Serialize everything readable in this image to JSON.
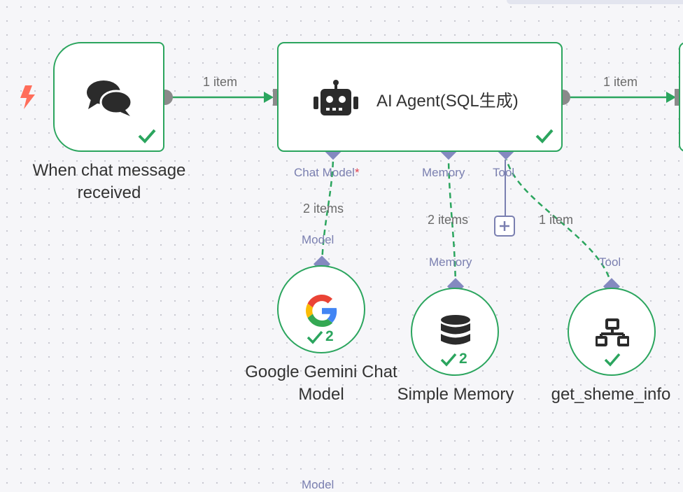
{
  "canvas": {
    "background": "#f6f6f9",
    "accent": "#2ba55e",
    "port_color": "#8489c0"
  },
  "nodes": {
    "trigger": {
      "label": "When chat message received",
      "line1": "When chat message",
      "line2": "received",
      "icon": "chat-bubbles-icon",
      "status": "success"
    },
    "agent": {
      "title": "AI Agent(SQL生成)",
      "icon": "robot-icon",
      "status": "success",
      "ports": {
        "chat_model": "Chat Model",
        "chat_model_required": "*",
        "memory": "Memory",
        "tool": "Tool"
      }
    },
    "gemini": {
      "line1": "Google Gemini Chat",
      "line2": "Model",
      "icon": "google-g-icon",
      "count": "2",
      "port": "Model"
    },
    "memory": {
      "label": "Simple Memory",
      "icon": "database-icon",
      "count": "2",
      "port": "Memory"
    },
    "tool": {
      "label": "get_sheme_info",
      "icon": "network-icon",
      "port": "Tool"
    }
  },
  "edges": {
    "trigger_to_agent": "1 item",
    "agent_to_next": "1 item",
    "gemini_to_agent": "2 items",
    "memory_to_agent": "2 items",
    "tool_to_agent": "1 item"
  },
  "bottom_port": "Model"
}
